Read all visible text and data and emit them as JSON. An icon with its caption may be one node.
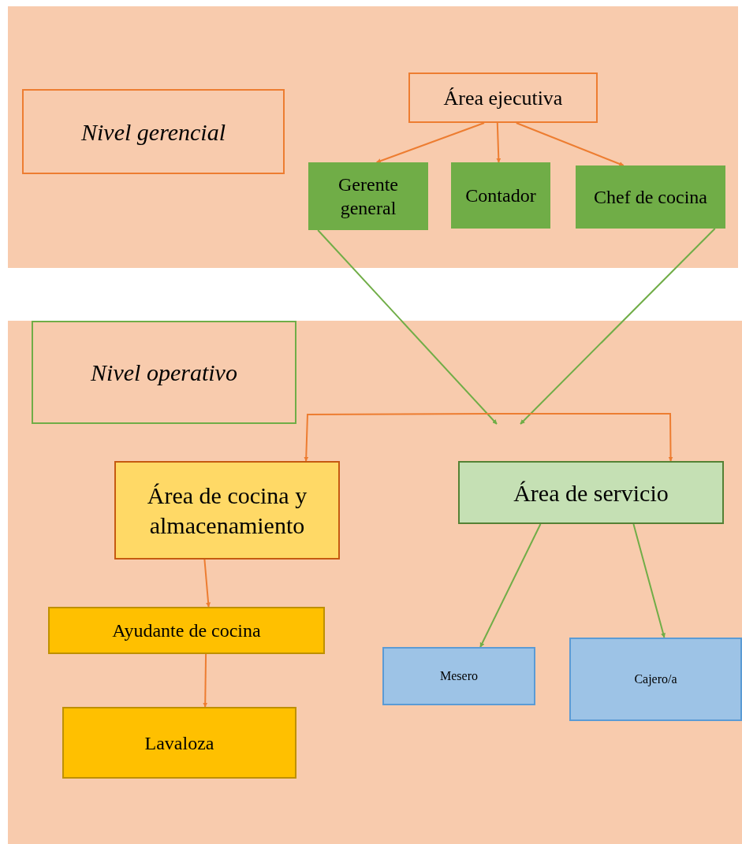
{
  "diagram": {
    "nodes": [
      {
        "text": [
          "Nivel gerencial"
        ]
      },
      {
        "text": [
          "Área ejecutiva"
        ]
      },
      {
        "text": [
          "Gerente general"
        ]
      },
      {
        "text": [
          "Contador"
        ]
      },
      {
        "text": [
          "Chef de cocina"
        ]
      },
      {
        "text": [
          "Nivel operativo"
        ]
      },
      {
        "text": [
          "Área de cocina y almacenamiento"
        ]
      },
      {
        "text": [
          "Área de servicio"
        ]
      },
      {
        "text": [
          "Ayudante de cocina"
        ]
      },
      {
        "text": [
          "Lavaloza"
        ]
      },
      {
        "text": [
          "Mesero"
        ]
      },
      {
        "text": [
          "Cajero/a"
        ]
      }
    ],
    "edges": [
      {
        "from": 1,
        "to": 2,
        "arrow": "to"
      },
      {
        "from": 1,
        "to": 3,
        "arrow": "to"
      },
      {
        "from": 1,
        "to": 4,
        "arrow": "to"
      },
      {
        "from": 2,
        "to": null,
        "arrow": "to",
        "color": "#70ad47"
      },
      {
        "from": 4,
        "to": null,
        "arrow": "to",
        "color": "#70ad47"
      },
      {
        "from": null,
        "to": 6,
        "arrow": "to"
      },
      {
        "from": null,
        "to": 7,
        "arrow": "to"
      },
      {
        "from": 7,
        "to": 10,
        "arrow": "to",
        "color": "#70ad47"
      },
      {
        "from": 7,
        "to": 11,
        "arrow": "to",
        "color": "#70ad47"
      },
      {
        "from": 6,
        "to": 8,
        "arrow": "to"
      },
      {
        "from": 8,
        "to": 9,
        "arrow": "to"
      }
    ]
  }
}
